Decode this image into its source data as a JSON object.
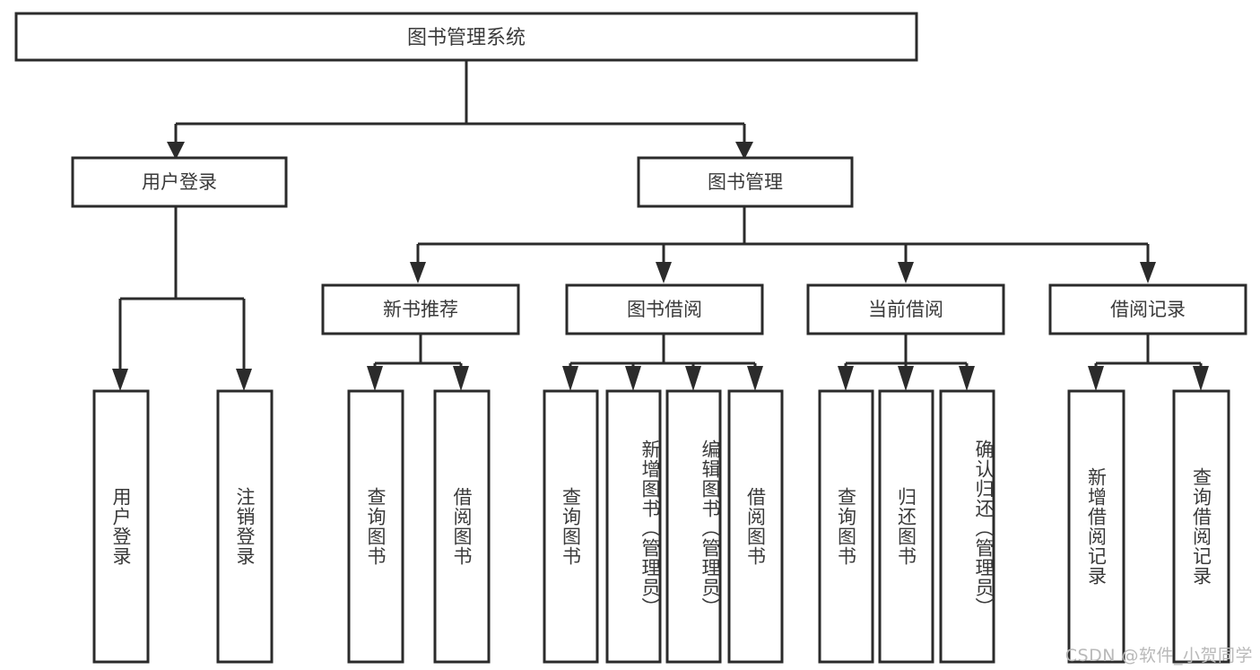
{
  "diagram": {
    "type": "tree",
    "title": "图书管理系统",
    "watermark": "CSDN @软件_小贺同学",
    "colors": {
      "background": "#ffffff",
      "node_fill": "#ffffff",
      "stroke": "#2b2b2b",
      "text": "#3a3a3a",
      "watermark": "#b9b9b9"
    },
    "root": {
      "label": "图书管理系统"
    },
    "level2": [
      {
        "label": "用户登录"
      },
      {
        "label": "图书管理"
      }
    ],
    "level3": [
      {
        "label": "新书推荐"
      },
      {
        "label": "图书借阅"
      },
      {
        "label": "当前借阅"
      },
      {
        "label": "借阅记录"
      }
    ],
    "leaves": {
      "user_login": [
        {
          "label": "用户登录"
        },
        {
          "label": "注销登录"
        }
      ],
      "new_book_recommend": [
        {
          "label": "查询图书"
        },
        {
          "label": "借阅图书"
        }
      ],
      "book_borrow": [
        {
          "label": "查询图书"
        },
        {
          "label": "新增图书（管理员）"
        },
        {
          "label": "编辑图书（管理员）"
        },
        {
          "label": "借阅图书"
        }
      ],
      "current_borrow": [
        {
          "label": "查询图书"
        },
        {
          "label": "归还图书"
        },
        {
          "label": "确认归还（管理员）"
        }
      ],
      "borrow_record": [
        {
          "label": "新增借阅记录"
        },
        {
          "label": "查询借阅记录"
        }
      ]
    }
  }
}
